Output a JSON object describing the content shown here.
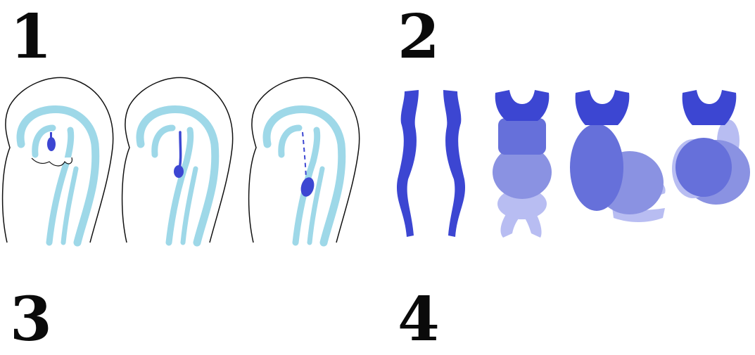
{
  "panels": [
    {
      "label": "1"
    },
    {
      "label": "2"
    },
    {
      "label": "3"
    },
    {
      "label": "4"
    }
  ],
  "colors": {
    "outline": "#111111",
    "neural_light_blue": "#9ed8e8",
    "heart_dark_blue": "#3c46d2",
    "heart_mid_blue": "#6670da",
    "heart_light_blue": "#8a92e2",
    "heart_pale_blue": "#b8bdf2"
  }
}
